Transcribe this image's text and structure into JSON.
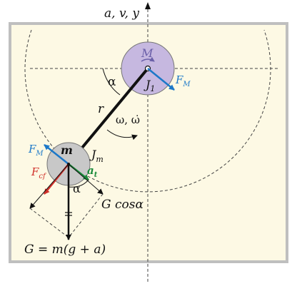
{
  "axis_label": "a, v, y",
  "labels": {
    "moment": "M",
    "pivot_inertia": "J",
    "pivot_inertia_sub": "1",
    "pivot_force": "F",
    "pivot_force_sub": "M",
    "angle_top": "α",
    "radius": "r",
    "omega": "ω, ω̇",
    "mass_force": "F",
    "mass_force_sub": "M",
    "mass": "m",
    "mass_inertia": "J",
    "mass_inertia_sub": "m",
    "friction_force": "F",
    "friction_force_sub": "cf",
    "tangential_acc": "a",
    "tangential_acc_sub": "t",
    "angle_bottom": "α",
    "gravity_component": "G cosα",
    "gravity_equation": "G = m(g + a)"
  },
  "colors": {
    "background": "#fdf9e4",
    "frame": "#bfbfbf",
    "pivot_disk": "#c6b8e0",
    "pivot_label": "#6a5fa8",
    "mass_disk": "#c8c8c8",
    "blue_force": "#1c78c8",
    "red_force": "#d0302a",
    "green_acc": "#1a8a3a"
  }
}
